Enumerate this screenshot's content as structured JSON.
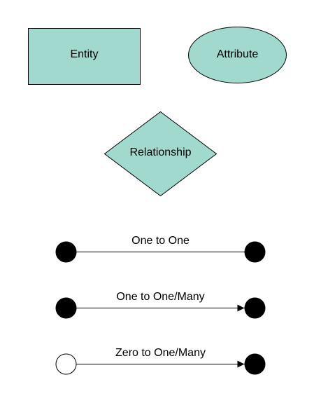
{
  "shapes": {
    "entity": {
      "label": "Entity"
    },
    "attribute": {
      "label": "Attribute"
    },
    "relationship": {
      "label": "Relationship"
    }
  },
  "connectors": [
    {
      "label": "One to One",
      "start": "filled-dot",
      "end": "filled-dot"
    },
    {
      "label": "One to One/Many",
      "start": "filled-dot",
      "end": "arrow-filled-dot"
    },
    {
      "label": "Zero to One/Many",
      "start": "empty-dot",
      "end": "arrow-filled-dot"
    }
  ],
  "colors": {
    "shape_fill": "#a2d9ce",
    "stroke": "#000000"
  }
}
